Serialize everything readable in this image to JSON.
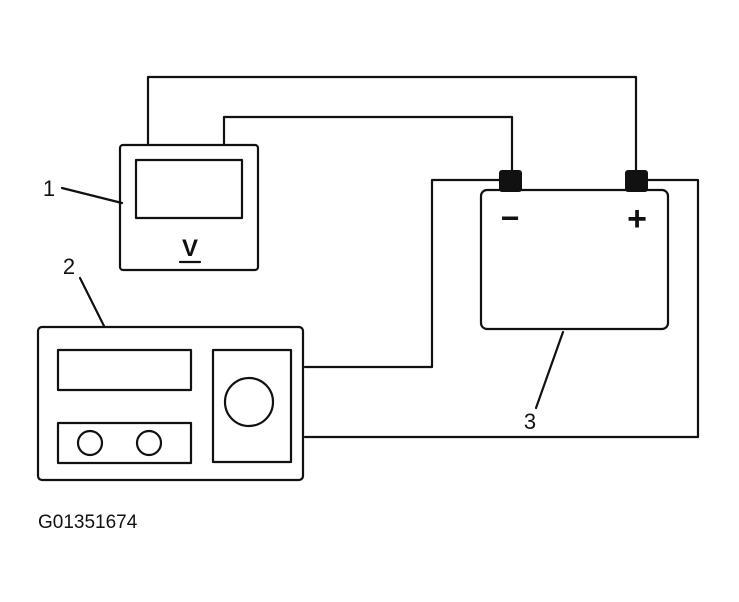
{
  "callouts": {
    "voltmeter": "1",
    "charger": "2",
    "battery": "3"
  },
  "voltmeter_symbol": "V",
  "battery_terminals": {
    "negative": "−",
    "positive": "+"
  },
  "figure_code": "G01351674",
  "colors": {
    "line": "#111111",
    "terminal": "#111111",
    "background": "#ffffff"
  }
}
